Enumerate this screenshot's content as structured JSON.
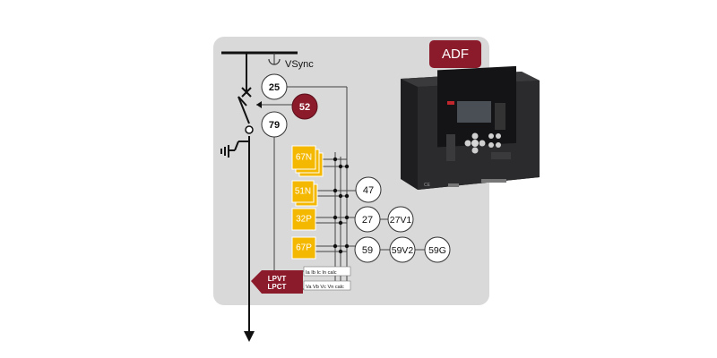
{
  "badge": {
    "label": "ADF",
    "color": "#8b1a2b"
  },
  "vsync_label": "VSync",
  "functions": {
    "f25": "25",
    "f52": "52",
    "f79": "79",
    "f67N": "67N",
    "f51N": "51N",
    "f32P": "32P",
    "f67P": "67P",
    "f47": "47",
    "f27": "27",
    "f27V1": "27V1",
    "f59": "59",
    "f59V2": "59V2",
    "f59G": "59G"
  },
  "measurements": {
    "current_label": "Ia Ib Ic In calc",
    "voltage_label": "Va Vb Vc Vn calc"
  },
  "inputs_arrow": {
    "line1": "LPVT",
    "line2": "LPCT",
    "color": "#8b1a2b"
  },
  "colors": {
    "panel": "#d9d9d9",
    "protection_block": "#f5b800",
    "breaker_circle": "#8b1a2b",
    "device_body": "#2b2b2d"
  }
}
